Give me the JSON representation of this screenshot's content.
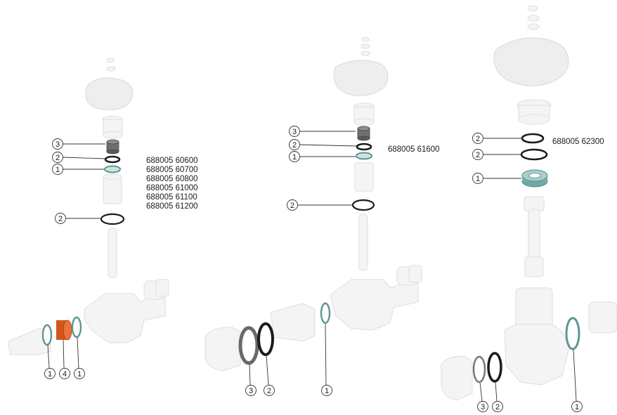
{
  "part_numbers": {
    "left": [
      "688005 60600",
      "688005 60700",
      "688005 60800",
      "688005 61000",
      "688005 61100",
      "688005 61200"
    ],
    "middle": [
      "688005 61600"
    ],
    "right": [
      "688005 62300"
    ]
  },
  "callouts": {
    "left": [
      "3",
      "2",
      "1",
      "2",
      "1",
      "4",
      "1"
    ],
    "middle": [
      "3",
      "2",
      "1",
      "2",
      "1",
      "3",
      "2"
    ],
    "right": [
      "2",
      "2",
      "1",
      "1",
      "3",
      "2"
    ]
  },
  "colors": {
    "seal_teal": "#7fb3b0",
    "oring_black": "#1b1b1b",
    "gland_grey": "#6f6f6f",
    "highlight_orange": "#d4551c",
    "ghost_part": "#f2f2f2"
  }
}
